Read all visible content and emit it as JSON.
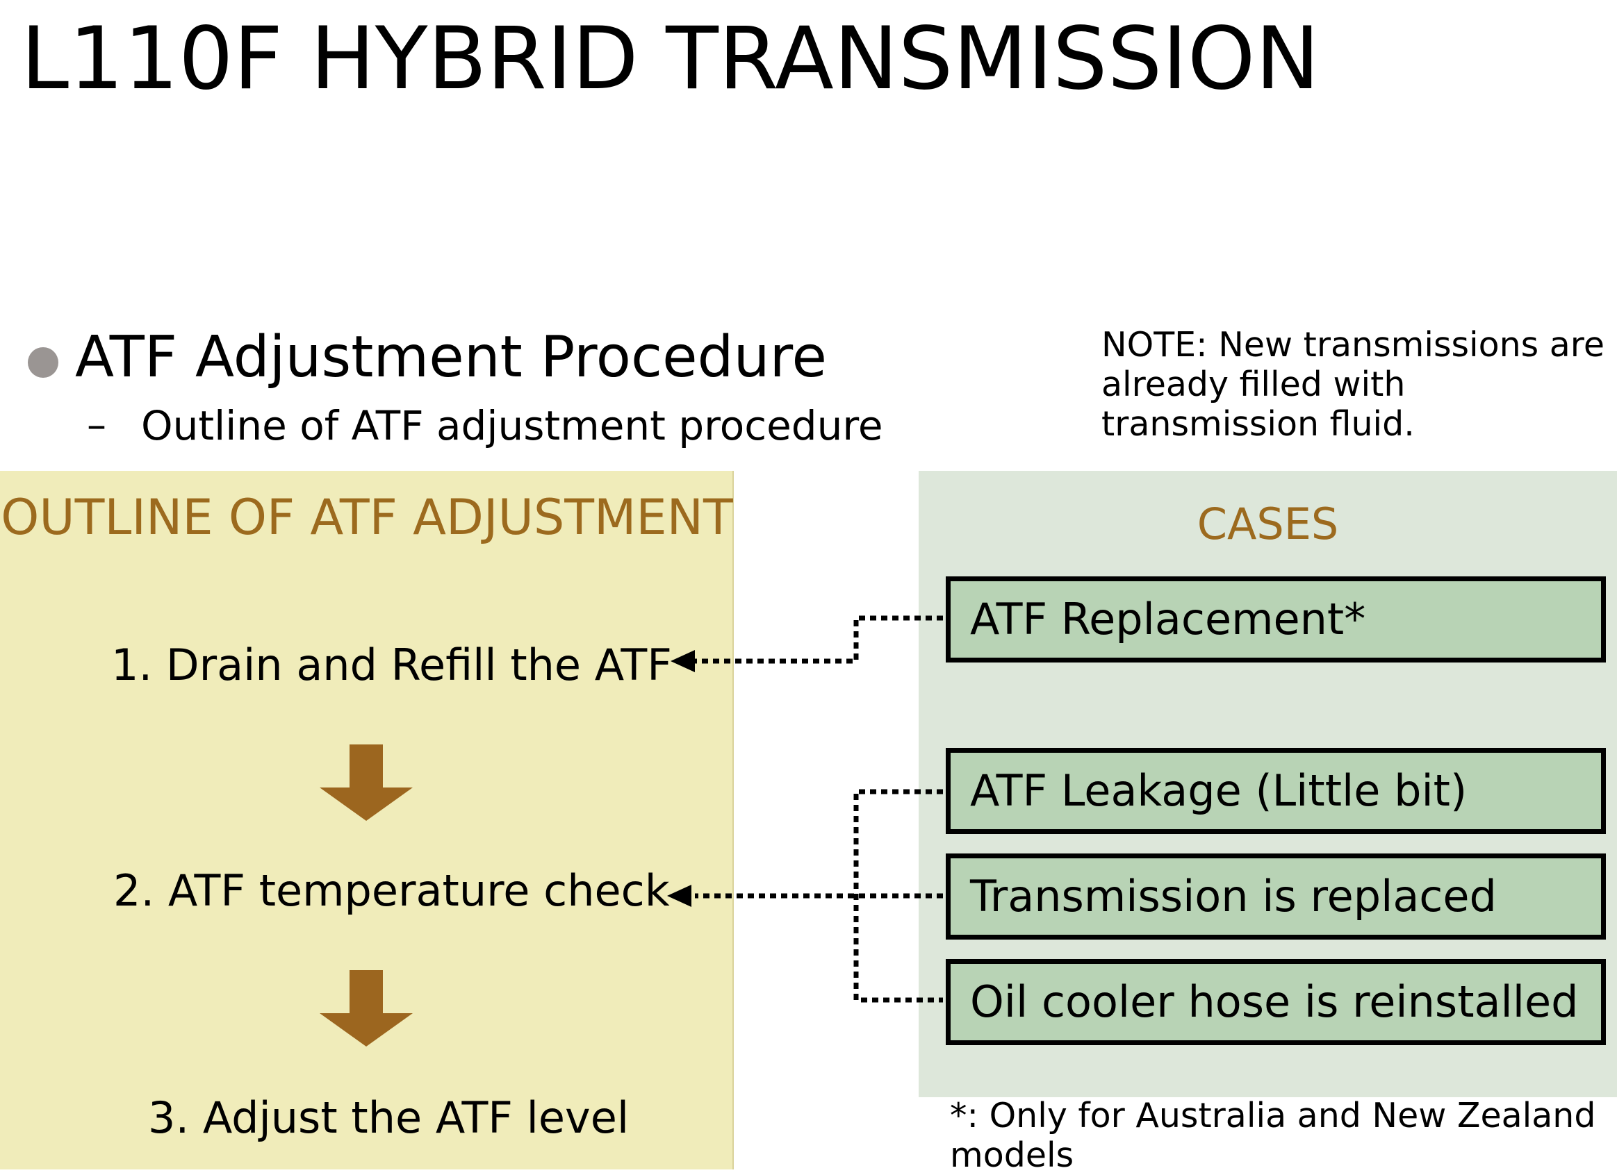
{
  "title": "L110F HYBRID TRANSMISSION",
  "bullet": {
    "text": "ATF Adjustment Procedure",
    "sub_dash": "–",
    "sub_text": "Outline of ATF adjustment procedure"
  },
  "note": "NOTE: New transmissions are already filled with transmission fluid.",
  "outline": {
    "heading": "OUTLINE OF ATF ADJUSTMENT",
    "steps": [
      "1. Drain and Refill the ATF",
      "2. ATF temperature check",
      "3. Adjust the ATF level"
    ]
  },
  "cases": {
    "heading": "CASES",
    "items": [
      "ATF Replacement*",
      "ATF Leakage (Little bit)",
      "Transmission is replaced",
      "Oil cooler hose is reinstalled"
    ]
  },
  "footnote": "*: Only for Australia and New Zealand models",
  "colors": {
    "left_panel": "#f0ecba",
    "right_panel": "#dde7da",
    "case_box": "#b8d3b5",
    "heading": "#9c6a1e",
    "arrow": "#9c661f",
    "bullet_dot": "#9a9593"
  },
  "icons": {
    "flow_arrow": "down-arrow-icon",
    "connector": "dotted-arrow-icon"
  }
}
